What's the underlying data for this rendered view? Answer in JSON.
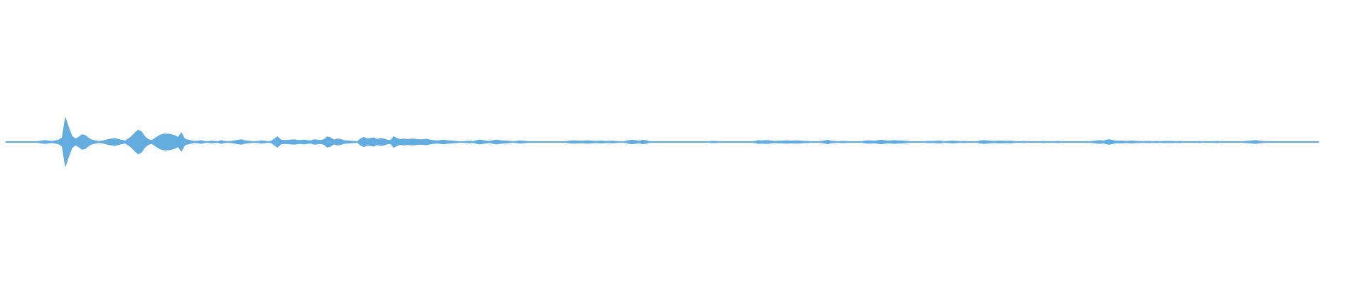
{
  "waveform": {
    "color": "#63ace0",
    "background": "#ffffff",
    "duration_fraction_drawn": 0.965,
    "amplitudes": [
      0.01,
      0.01,
      0.01,
      0.02,
      0.01,
      0.01,
      0.02,
      0.01,
      0.01,
      0.02,
      0.03,
      0.05,
      0.06,
      0.04,
      0.03,
      0.05,
      0.08,
      0.16,
      0.92,
      0.55,
      0.22,
      0.12,
      0.18,
      0.28,
      0.25,
      0.15,
      0.08,
      0.05,
      0.03,
      0.04,
      0.07,
      0.1,
      0.12,
      0.14,
      0.1,
      0.07,
      0.05,
      0.12,
      0.22,
      0.34,
      0.45,
      0.38,
      0.2,
      0.1,
      0.06,
      0.14,
      0.22,
      0.28,
      0.3,
      0.3,
      0.28,
      0.24,
      0.18,
      0.35,
      0.12,
      0.08,
      0.05,
      0.03,
      0.04,
      0.06,
      0.03,
      0.02,
      0.04,
      0.03,
      0.02,
      0.06,
      0.03,
      0.02,
      0.03,
      0.05,
      0.07,
      0.09,
      0.06,
      0.04,
      0.03,
      0.02,
      0.03,
      0.05,
      0.04,
      0.02,
      0.03,
      0.12,
      0.2,
      0.08,
      0.06,
      0.07,
      0.08,
      0.09,
      0.07,
      0.06,
      0.08,
      0.06,
      0.05,
      0.09,
      0.08,
      0.06,
      0.1,
      0.2,
      0.16,
      0.08,
      0.12,
      0.1,
      0.06,
      0.05,
      0.04,
      0.03,
      0.02,
      0.12,
      0.18,
      0.12,
      0.14,
      0.16,
      0.1,
      0.14,
      0.12,
      0.08,
      0.06,
      0.2,
      0.14,
      0.1,
      0.12,
      0.1,
      0.11,
      0.12,
      0.1,
      0.09,
      0.1,
      0.11,
      0.08,
      0.06,
      0.05,
      0.06,
      0.07,
      0.06,
      0.05,
      0.04,
      0.03,
      0.02,
      0.02,
      0.03,
      0.04,
      0.02,
      0.06,
      0.08,
      0.06,
      0.04,
      0.03,
      0.06,
      0.08,
      0.06,
      0.05,
      0.04,
      0.03,
      0.02,
      0.03,
      0.05,
      0.04,
      0.03,
      0.02,
      0.02,
      0.01,
      0.01,
      0.02,
      0.01,
      0.01,
      0.01,
      0.02,
      0.01,
      0.01,
      0.02,
      0.04,
      0.05,
      0.05,
      0.04,
      0.04,
      0.05,
      0.05,
      0.04,
      0.03,
      0.04,
      0.04,
      0.03,
      0.03,
      0.04,
      0.03,
      0.02,
      0.02,
      0.03,
      0.06,
      0.07,
      0.06,
      0.04,
      0.07,
      0.06,
      0.03,
      0.02,
      0.02,
      0.02,
      0.01,
      0.02,
      0.02,
      0.01,
      0.02,
      0.02,
      0.01,
      0.02,
      0.02,
      0.01,
      0.02,
      0.02,
      0.01,
      0.02,
      0.02,
      0.03,
      0.03,
      0.02,
      0.02,
      0.01,
      0.02,
      0.01,
      0.01,
      0.01,
      0.02,
      0.01,
      0.01,
      0.02,
      0.03,
      0.06,
      0.05,
      0.06,
      0.06,
      0.04,
      0.03,
      0.04,
      0.04,
      0.05,
      0.05,
      0.04,
      0.05,
      0.05,
      0.04,
      0.03,
      0.03,
      0.02,
      0.02,
      0.02,
      0.03,
      0.05,
      0.07,
      0.04,
      0.03,
      0.02,
      0.03,
      0.03,
      0.02,
      0.02,
      0.02,
      0.01,
      0.02,
      0.04,
      0.05,
      0.05,
      0.04,
      0.06,
      0.07,
      0.06,
      0.04,
      0.05,
      0.06,
      0.05,
      0.05,
      0.04,
      0.03,
      0.02,
      0.02,
      0.02,
      0.01,
      0.02,
      0.03,
      0.03,
      0.03,
      0.04,
      0.04,
      0.02,
      0.03,
      0.04,
      0.04,
      0.03,
      0.02,
      0.03,
      0.02,
      0.02,
      0.02,
      0.02,
      0.05,
      0.06,
      0.05,
      0.04,
      0.03,
      0.04,
      0.04,
      0.04,
      0.03,
      0.04,
      0.03,
      0.02,
      0.02,
      0.03,
      0.02,
      0.02,
      0.01,
      0.02,
      0.02,
      0.03,
      0.02,
      0.02,
      0.02,
      0.03,
      0.02,
      0.01,
      0.02,
      0.01,
      0.01,
      0.01,
      0.01,
      0.01,
      0.01,
      0.02,
      0.03,
      0.05,
      0.06,
      0.04,
      0.08,
      0.09,
      0.06,
      0.04,
      0.04,
      0.04,
      0.03,
      0.04,
      0.04,
      0.03,
      0.03,
      0.02,
      0.03,
      0.03,
      0.02,
      0.03,
      0.02,
      0.03,
      0.03,
      0.03,
      0.03,
      0.02,
      0.03,
      0.02,
      0.02,
      0.01,
      0.01,
      0.02,
      0.03,
      0.02,
      0.01,
      0.02,
      0.02,
      0.03,
      0.02,
      0.02,
      0.01,
      0.02,
      0.02,
      0.01,
      0.01,
      0.02,
      0.03,
      0.04,
      0.05,
      0.06,
      0.04,
      0.03,
      0.02,
      0.02,
      0.01,
      0.01,
      0.01,
      0.02,
      0.02,
      0.01,
      0.01,
      0.02,
      0.01,
      0.01,
      0.01,
      0.02,
      0.02,
      0.01,
      0.01
    ]
  }
}
